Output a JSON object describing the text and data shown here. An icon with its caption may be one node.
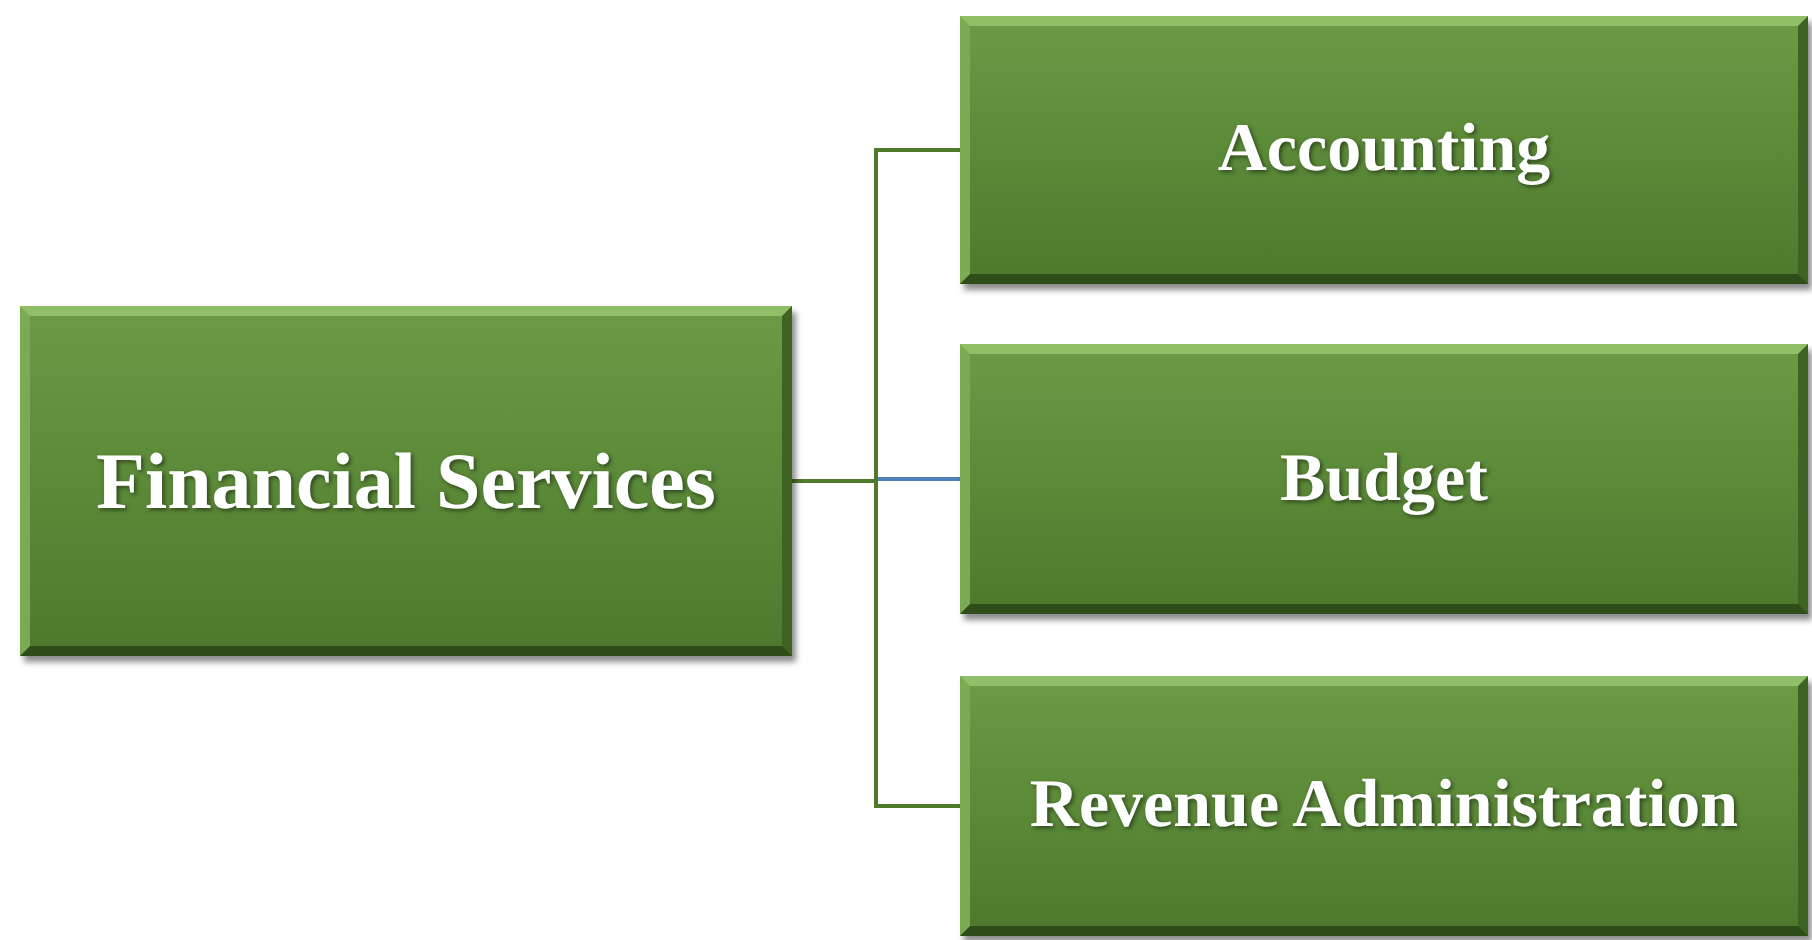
{
  "diagram": {
    "nodes": [
      {
        "text": [
          "Financial Services"
        ]
      },
      {
        "text": [
          "Accounting"
        ]
      },
      {
        "text": [
          "Budget"
        ]
      },
      {
        "text": [
          "Revenue Administration"
        ]
      }
    ],
    "edges": [
      {
        "from": 0,
        "to": 2,
        "arrow": "none",
        "color": "#4f81bd"
      },
      {
        "from": 0,
        "to": 1,
        "arrow": "none"
      },
      {
        "from": 0,
        "to": 3,
        "arrow": "none"
      }
    ]
  }
}
